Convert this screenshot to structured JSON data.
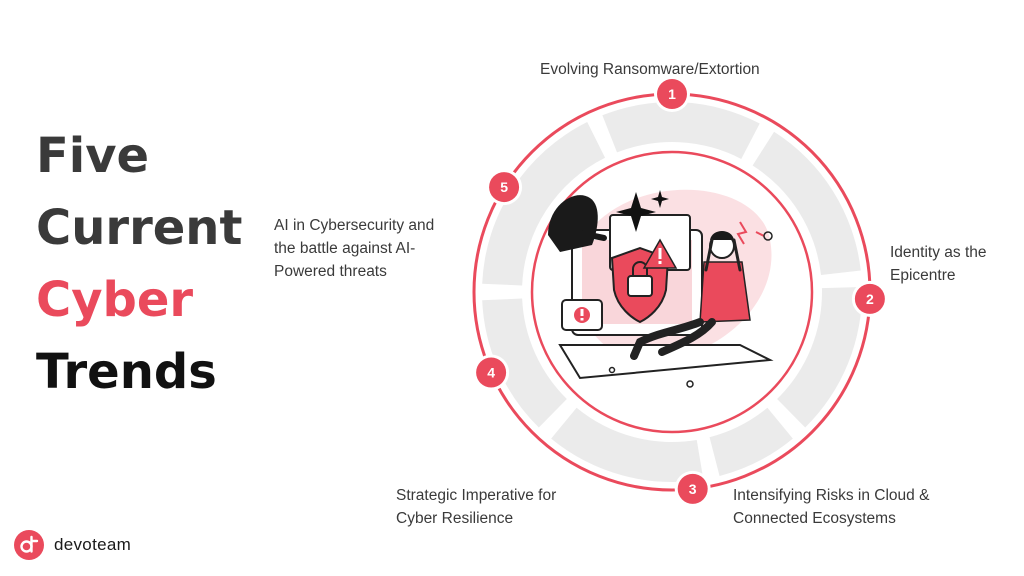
{
  "title": {
    "line1": "Five",
    "line2": "Current",
    "line3": "Cyber",
    "line4": "Trends"
  },
  "trends": [
    {
      "number": "1",
      "lines": [
        "Evolving Ransomware/Extortion"
      ]
    },
    {
      "number": "2",
      "lines": [
        "Identity as the",
        "Epicentre"
      ]
    },
    {
      "number": "3",
      "lines": [
        "Intensifying Risks in Cloud &",
        "Connected Ecosystems"
      ]
    },
    {
      "number": "4",
      "lines": [
        "Strategic Imperative for",
        "Cyber Resilience"
      ]
    },
    {
      "number": "5",
      "lines": [
        "AI in Cybersecurity and",
        "the battle against AI-",
        "Powered threats"
      ]
    }
  ],
  "brand": {
    "name": "devoteam",
    "icon": "devoteam-logo-icon"
  },
  "colors": {
    "accent": "#ea4a5c",
    "segment": "#ebebeb",
    "text": "#3a3a3a"
  }
}
